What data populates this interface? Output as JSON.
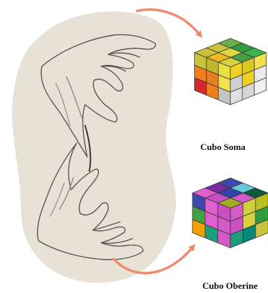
{
  "figure": {
    "illustration": "hands-sketch",
    "arrow_color": "#ef8a6a",
    "blob_color": "#e8e2d6"
  },
  "cubes": [
    {
      "label": "Cubo Soma",
      "top_colors": [
        "#6ab04c",
        "#2e9e3e",
        "#3cb34a",
        "#c9c23a",
        "#e0d840",
        "#43a047",
        "#c9c23a",
        "#f0b820",
        "#d8d040"
      ],
      "left_colors": [
        "#c9c23a",
        "#c0b830",
        "#e8e040",
        "#f07f1a",
        "#e67e22",
        "#f0e050",
        "#d7262e",
        "#f07f1a",
        "#c5c5c5"
      ],
      "right_colors": [
        "#f0d020",
        "#d9c820",
        "#f0e050",
        "#cfcfcf",
        "#f0d020",
        "#eaeaea",
        "#e0e0e0",
        "#d6d6d6",
        "#f0f0f0"
      ]
    },
    {
      "label": "Cubo Oberine",
      "top_colors": [
        "#3b49a8",
        "#66c7d8",
        "#0e5a3a",
        "#7b2aa0",
        "#3045a8",
        "#d45ac8",
        "#e060d0",
        "#c950c0",
        "#a0b020"
      ],
      "left_colors": [
        "#3b49a8",
        "#e060d0",
        "#c950c0",
        "#43a047",
        "#e060d0",
        "#d45ac8",
        "#f0a000",
        "#1f9d7a",
        "#d45ac8"
      ],
      "right_colors": [
        "#d45ac8",
        "#cfd23a",
        "#b8c020",
        "#c950c0",
        "#d8d040",
        "#2e9e3e",
        "#1f9d7a",
        "#00897b",
        "#c9c23a"
      ]
    }
  ]
}
